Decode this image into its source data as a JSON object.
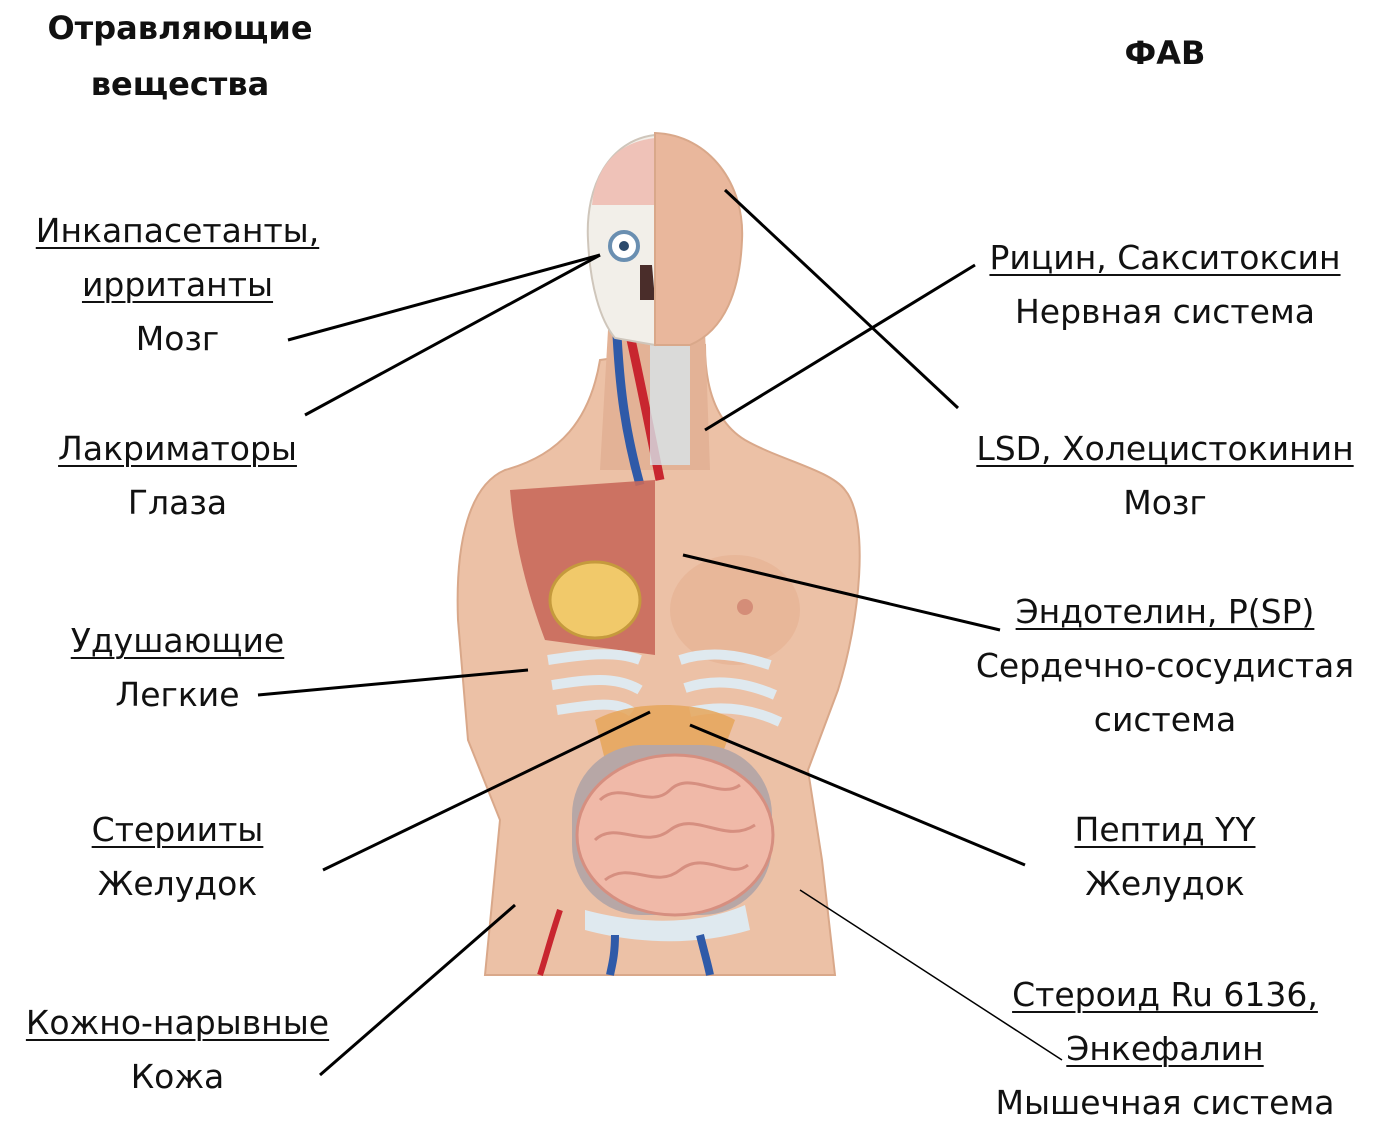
{
  "headings": {
    "left": [
      "Отравляющие",
      "вещества"
    ],
    "right": "ФАВ"
  },
  "colors": {
    "skin": "#ecc1a6",
    "skin_shadow": "#d9a88a",
    "muscle": "#c9695b",
    "rib": "#dfe9ef",
    "intestine": "#f0b9a8",
    "artery": "#c8262f",
    "vein": "#2f5aa8",
    "skull": "#f2efe9",
    "brain": "#efc2b8",
    "line": "#000000"
  },
  "left_labels": [
    {
      "agent": [
        "Инкапасетанты,",
        "ирританты"
      ],
      "target": "Мозг"
    },
    {
      "agent": [
        "Лакриматоры"
      ],
      "target": "Глаза"
    },
    {
      "agent": [
        "Удушающие"
      ],
      "target": "Легкие"
    },
    {
      "agent": [
        "Стерииты"
      ],
      "target": "Желудок"
    },
    {
      "agent": [
        "Кожно-нарывные"
      ],
      "target": "Кожа"
    }
  ],
  "right_labels": [
    {
      "agent": [
        "Рицин, Сакситоксин"
      ],
      "target": "Нервная система"
    },
    {
      "agent": [
        "LSD, Холецистокинин"
      ],
      "target": "Мозг"
    },
    {
      "agent": [
        "Эндотелин, P(SP)"
      ],
      "target": "Сердечно-сосудистая система"
    },
    {
      "agent": [
        "Пептид YY"
      ],
      "target": "Желудок"
    },
    {
      "agent": [
        "Стероид Ru 6136,",
        "Энкефалин"
      ],
      "target": "Мышечная система"
    }
  ]
}
